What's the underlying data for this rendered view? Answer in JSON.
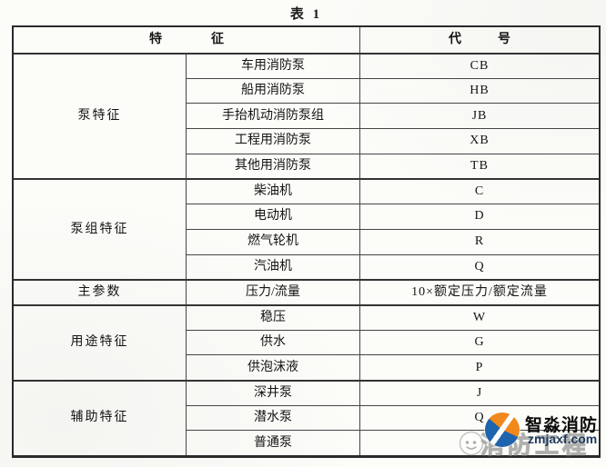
{
  "page": {
    "title": "表 1"
  },
  "table": {
    "headers": {
      "feature": "特征",
      "code": "代号"
    },
    "groups": [
      {
        "label": "泵特征",
        "rows": [
          {
            "label": "车用消防泵",
            "code": "CB"
          },
          {
            "label": "船用消防泵",
            "code": "HB"
          },
          {
            "label": "手抬机动消防泵组",
            "code": "JB"
          },
          {
            "label": "工程用消防泵",
            "code": "XB"
          },
          {
            "label": "其他用消防泵",
            "code": "TB"
          }
        ]
      },
      {
        "label": "泵组特征",
        "rows": [
          {
            "label": "柴油机",
            "code": "C"
          },
          {
            "label": "电动机",
            "code": "D"
          },
          {
            "label": "燃气轮机",
            "code": "R"
          },
          {
            "label": "汽油机",
            "code": "Q"
          }
        ]
      },
      {
        "label": "主参数",
        "rows": [
          {
            "label": "压力/流量",
            "code": "10×额定压力/额定流量"
          }
        ]
      },
      {
        "label": "用途特征",
        "rows": [
          {
            "label": "稳压",
            "code": "W"
          },
          {
            "label": "供水",
            "code": "G"
          },
          {
            "label": "供泡沫液",
            "code": "P"
          }
        ]
      },
      {
        "label": "辅助特征",
        "rows": [
          {
            "label": "深井泵",
            "code": "J"
          },
          {
            "label": "潜水泵",
            "code": "Q"
          },
          {
            "label": "普通泵",
            "code": ""
          }
        ]
      }
    ]
  },
  "watermark": {
    "brand": "智淼消防",
    "url": "zmjaxf.com",
    "background_text": "消防工程",
    "colors": {
      "logo_orange": "#f0881c",
      "logo_blue": "#1e63ae",
      "url_navy": "#1e3a5f"
    }
  }
}
